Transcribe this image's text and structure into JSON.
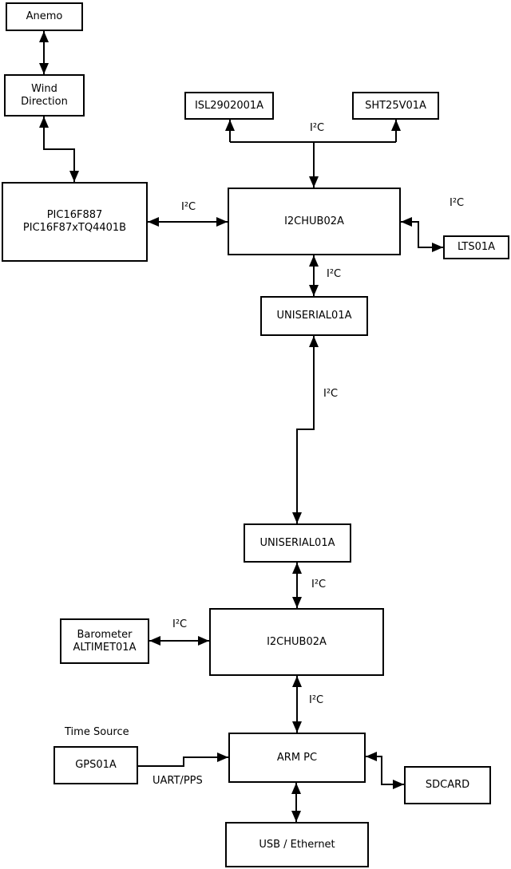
{
  "diagram": {
    "colors": {
      "background": "#ffffff",
      "line": "#000000",
      "text": "#000000"
    },
    "boxes": {
      "anemo": {
        "label": "Anemo"
      },
      "wind_direction": {
        "line1": "Wind",
        "line2": "Direction"
      },
      "pic": {
        "line1": "PIC16F887",
        "line2": "PIC16F87xTQ4401B"
      },
      "isl": {
        "label": "ISL2902001A"
      },
      "sht": {
        "label": "SHT25V01A"
      },
      "i2chub_top": {
        "label": "I2CHUB02A"
      },
      "lts": {
        "label": "LTS01A"
      },
      "uniserial_top": {
        "label": "UNISERIAL01A"
      },
      "uniserial_bottom": {
        "label": "UNISERIAL01A"
      },
      "barometer": {
        "line1": "Barometer",
        "line2": "ALTIMET01A"
      },
      "i2chub_bottom": {
        "label": "I2CHUB02A"
      },
      "gps": {
        "label": "GPS01A"
      },
      "arm_pc": {
        "label": "ARM PC"
      },
      "sdcard": {
        "label": "SDCARD"
      },
      "usb_ethernet": {
        "label": "USB / Ethernet"
      }
    },
    "labels": {
      "i2c_sensors_branch": "I²C",
      "i2c_pic_hub": "I²C",
      "i2c_lts": "I²C",
      "i2c_hub_uniserial": "I²C",
      "i2c_uniserial_link": "I²C",
      "i2c_uniserial_hub2": "I²C",
      "i2c_barometer_hub2": "I²C",
      "i2c_hub2_armpc": "I²C",
      "time_source": "Time Source",
      "uart_pps": "UART/PPS"
    },
    "connections": [
      {
        "from": "anemo",
        "to": "wind_direction",
        "bidirectional": true,
        "label": ""
      },
      {
        "from": "wind_direction",
        "to": "pic",
        "bidirectional": true,
        "label": ""
      },
      {
        "from": "pic",
        "to": "i2chub_top",
        "bidirectional": true,
        "label": "I²C"
      },
      {
        "from": "i2chub_top",
        "to": "isl",
        "bidirectional": false,
        "label": "I²C"
      },
      {
        "from": "i2chub_top",
        "to": "sht",
        "bidirectional": false,
        "label": "I²C"
      },
      {
        "from": "i2chub_top",
        "to": "lts",
        "bidirectional": true,
        "label": "I²C"
      },
      {
        "from": "i2chub_top",
        "to": "uniserial_top",
        "bidirectional": true,
        "label": "I²C"
      },
      {
        "from": "uniserial_top",
        "to": "uniserial_bottom",
        "bidirectional": true,
        "label": "I²C"
      },
      {
        "from": "uniserial_bottom",
        "to": "i2chub_bottom",
        "bidirectional": true,
        "label": "I²C"
      },
      {
        "from": "barometer",
        "to": "i2chub_bottom",
        "bidirectional": true,
        "label": "I²C"
      },
      {
        "from": "i2chub_bottom",
        "to": "arm_pc",
        "bidirectional": true,
        "label": "I²C"
      },
      {
        "from": "gps",
        "to": "arm_pc",
        "bidirectional": false,
        "label": "UART/PPS"
      },
      {
        "from": "arm_pc",
        "to": "sdcard",
        "bidirectional": true,
        "label": ""
      },
      {
        "from": "arm_pc",
        "to": "usb_ethernet",
        "bidirectional": true,
        "label": ""
      }
    ]
  }
}
